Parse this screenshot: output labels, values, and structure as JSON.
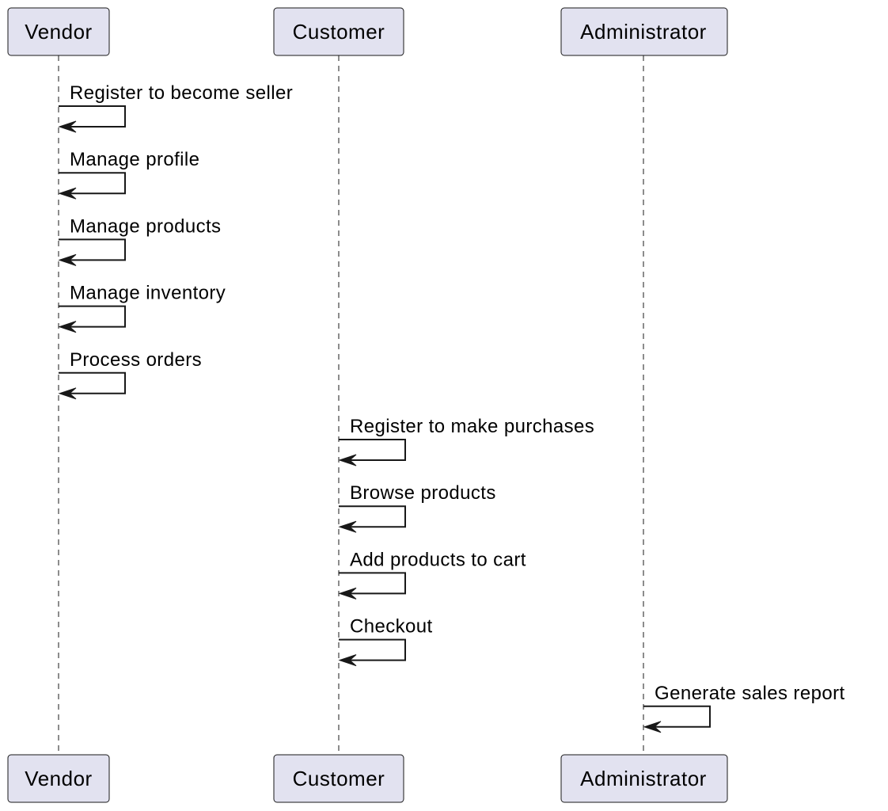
{
  "participants": [
    {
      "id": "vendor",
      "label": "Vendor"
    },
    {
      "id": "customer",
      "label": "Customer"
    },
    {
      "id": "administrator",
      "label": "Administrator"
    }
  ],
  "messages": [
    {
      "from": "vendor",
      "to": "vendor",
      "label": "Register to become seller"
    },
    {
      "from": "vendor",
      "to": "vendor",
      "label": "Manage profile"
    },
    {
      "from": "vendor",
      "to": "vendor",
      "label": "Manage products"
    },
    {
      "from": "vendor",
      "to": "vendor",
      "label": "Manage inventory"
    },
    {
      "from": "vendor",
      "to": "vendor",
      "label": "Process orders"
    },
    {
      "from": "customer",
      "to": "customer",
      "label": "Register to make purchases"
    },
    {
      "from": "customer",
      "to": "customer",
      "label": "Browse products"
    },
    {
      "from": "customer",
      "to": "customer",
      "label": "Add products to cart"
    },
    {
      "from": "customer",
      "to": "customer",
      "label": "Checkout"
    },
    {
      "from": "administrator",
      "to": "administrator",
      "label": "Generate sales report"
    }
  ]
}
